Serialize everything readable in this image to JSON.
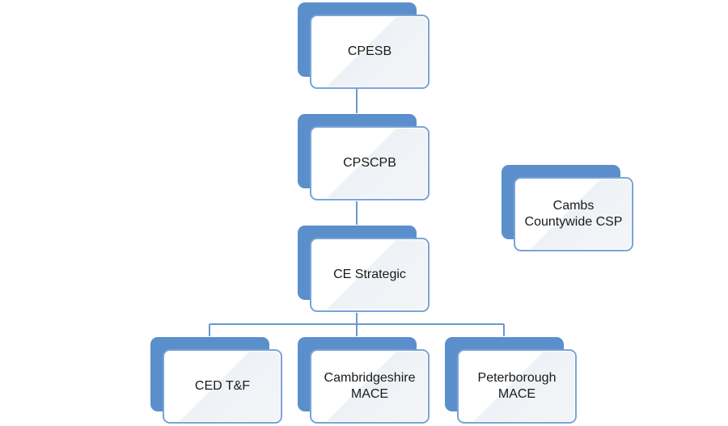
{
  "diagram": {
    "colors": {
      "box_back": "#5b8fcc",
      "box_border": "#79a4d6",
      "connector": "#6a99cf"
    },
    "nodes": {
      "cpesb": "CPESB",
      "cpscpb": "CPSCPB",
      "ce_strategic": "CE Strategic",
      "ced_tf": "CED T&F",
      "cambs_mace": "Cambridgeshire\nMACE",
      "pboro_mace": "Peterborough\nMACE",
      "cambs_csp": "Cambs\nCountywide CSP"
    }
  }
}
